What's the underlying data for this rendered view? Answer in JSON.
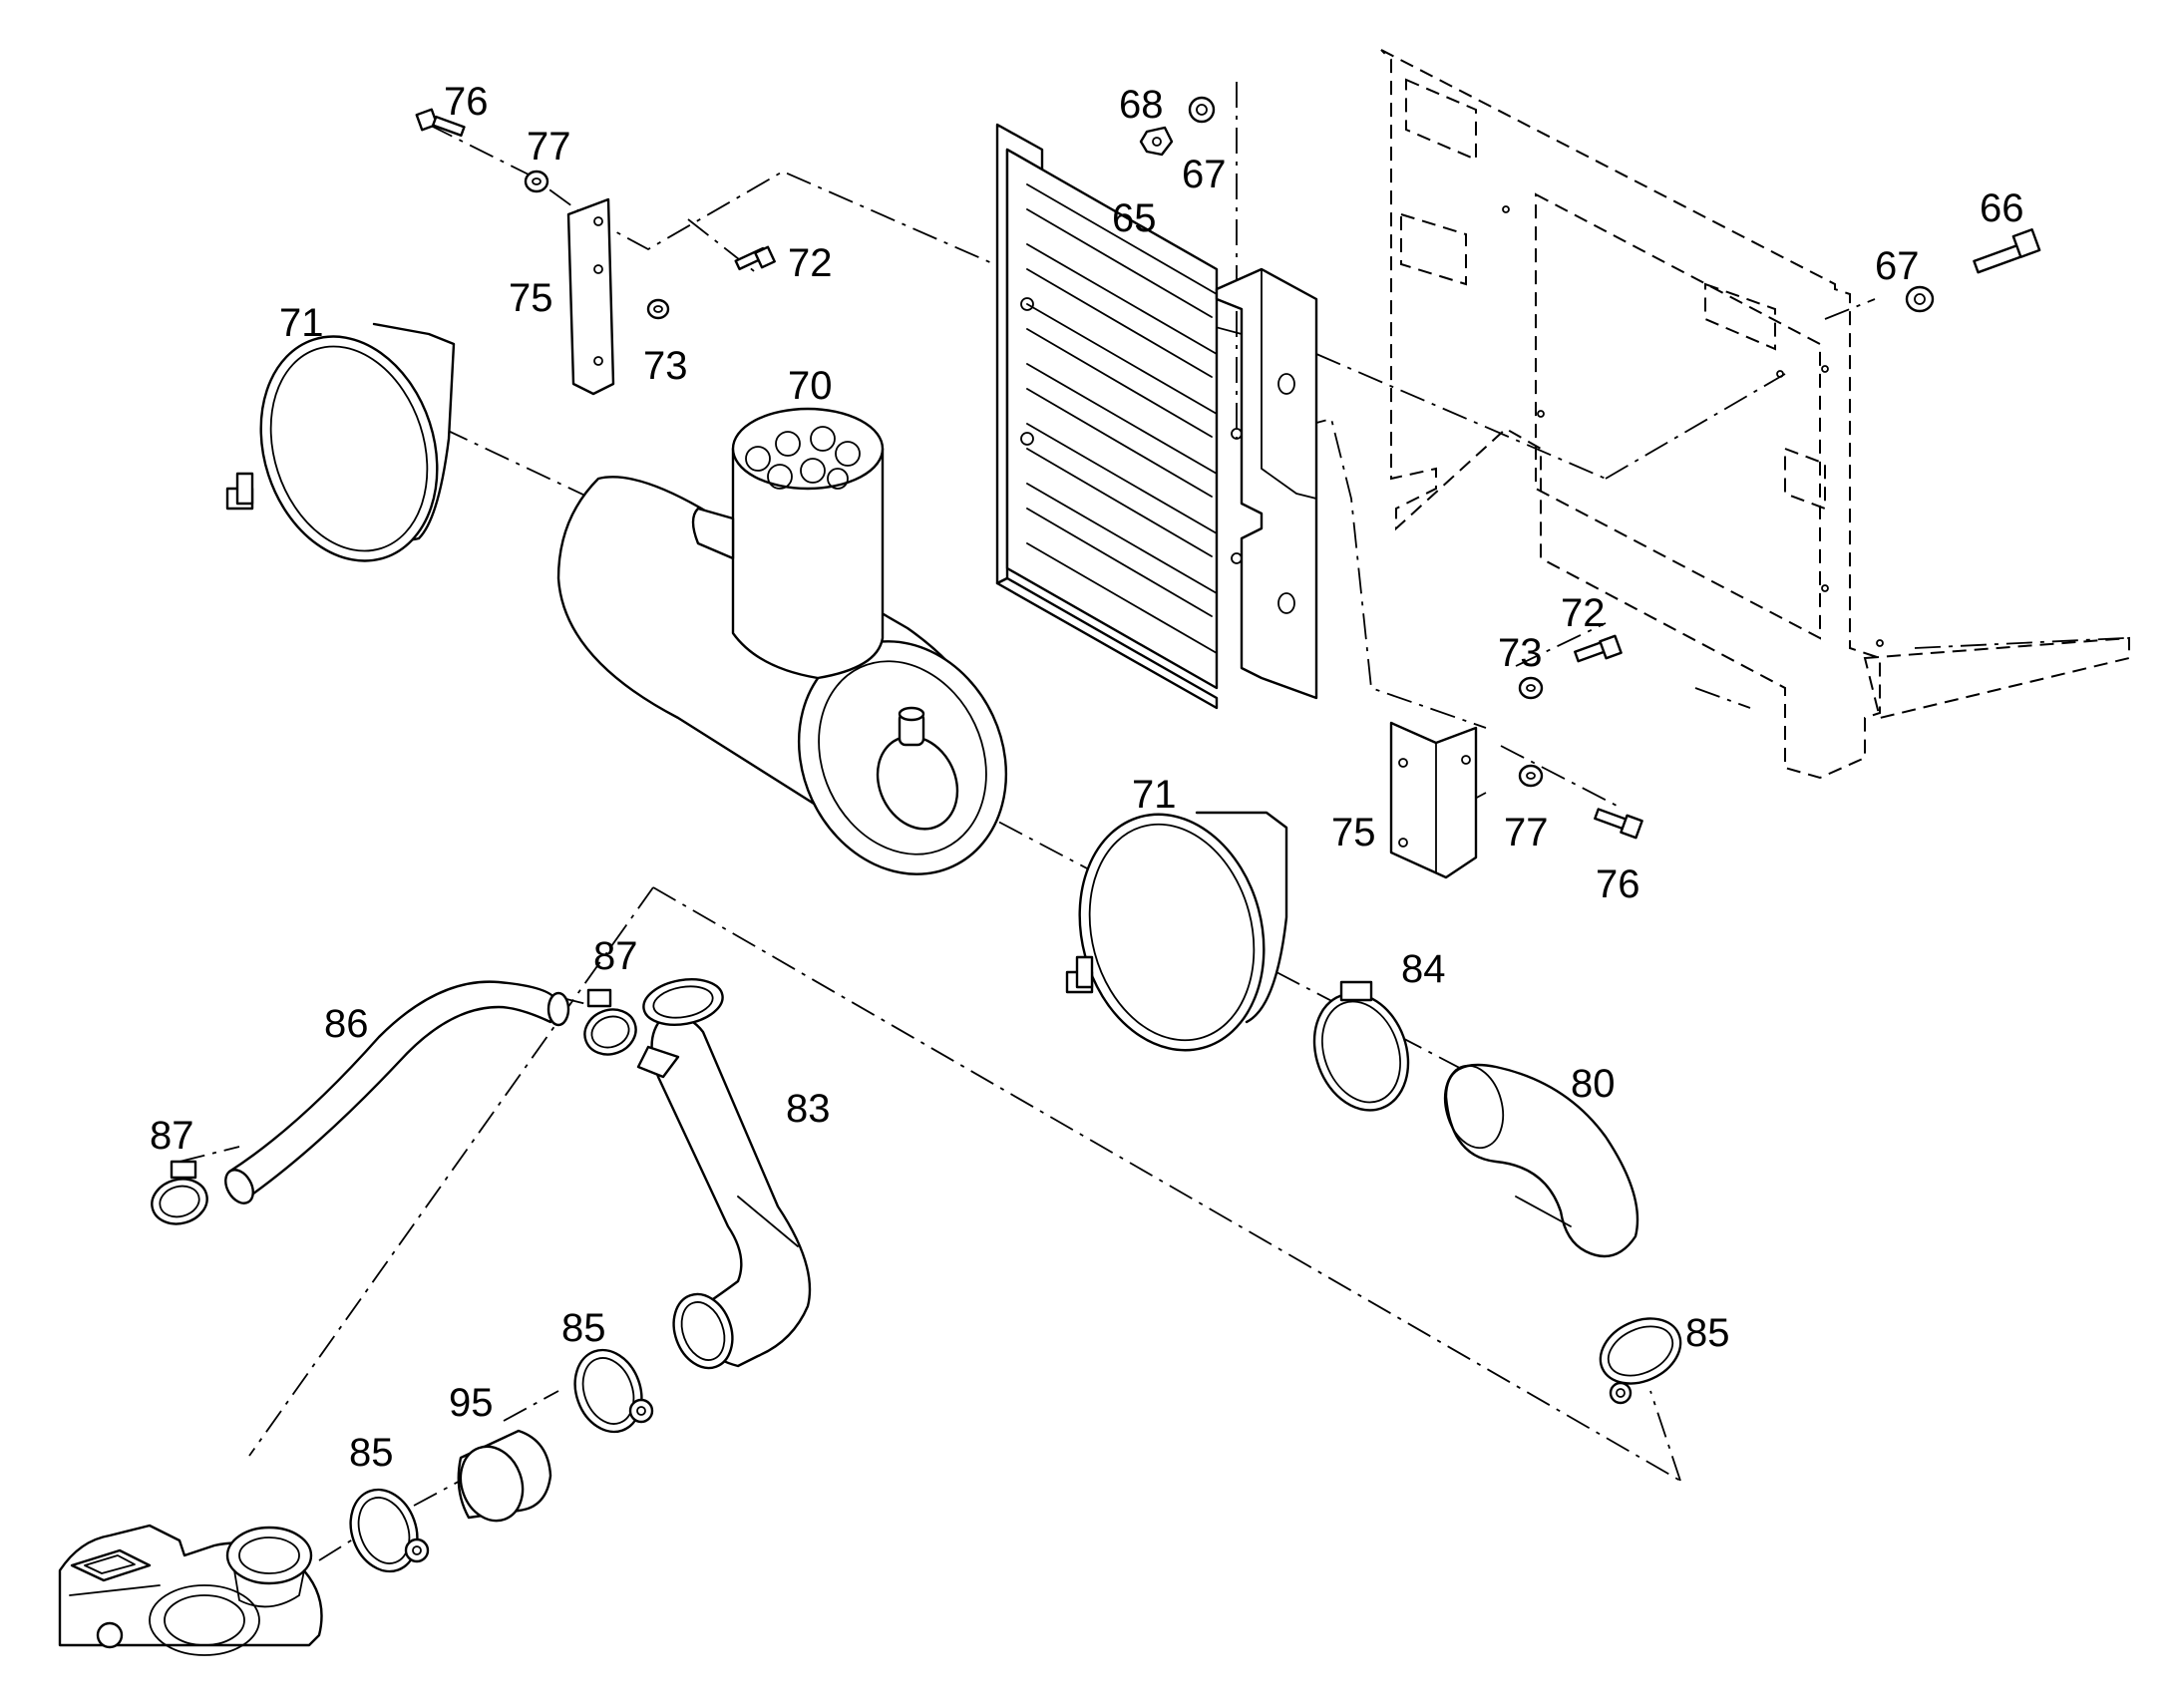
{
  "diagram": {
    "type": "exploded parts view",
    "labels": {
      "l65": "65",
      "l66": "66",
      "l67a": "67",
      "l67b": "67",
      "l68": "68",
      "l70": "70",
      "l71a": "71",
      "l71b": "71",
      "l72a": "72",
      "l72b": "72",
      "l73a": "73",
      "l73b": "73",
      "l75a": "75",
      "l75b": "75",
      "l76a": "76",
      "l76b": "76",
      "l77a": "77",
      "l77b": "77",
      "l80": "80",
      "l83": "83",
      "l84": "84",
      "l85a": "85",
      "l85b": "85",
      "l85c": "85",
      "l86": "86",
      "l87a": "87",
      "l87b": "87",
      "l95": "95"
    }
  }
}
